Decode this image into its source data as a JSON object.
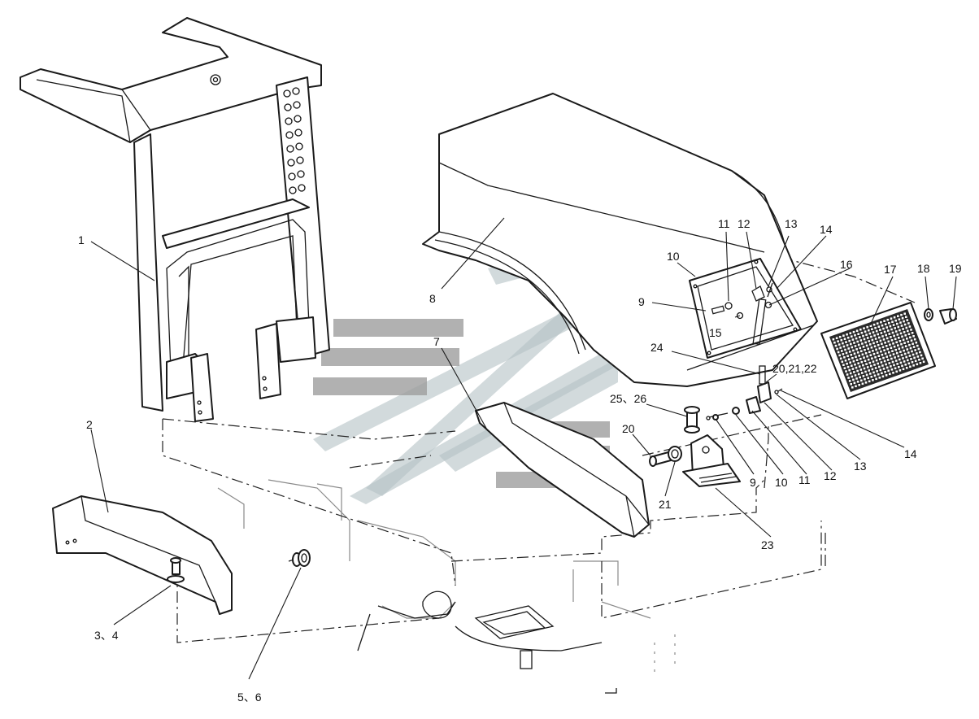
{
  "callouts": [
    {
      "label": "1"
    },
    {
      "label": "2"
    },
    {
      "label": "3、4"
    },
    {
      "label": "5、6"
    },
    {
      "label": "7"
    },
    {
      "label": "8"
    },
    {
      "label": "9"
    },
    {
      "label": "10"
    },
    {
      "label": "11"
    },
    {
      "label": "12"
    },
    {
      "label": "13"
    },
    {
      "label": "14"
    },
    {
      "label": "15"
    },
    {
      "label": "16"
    },
    {
      "label": "17"
    },
    {
      "label": "18"
    },
    {
      "label": "19"
    },
    {
      "label": "24"
    },
    {
      "label": "20,21,22"
    },
    {
      "label": "25、26"
    },
    {
      "label": "20"
    },
    {
      "label": "21"
    },
    {
      "label": "23"
    },
    {
      "label": "9"
    },
    {
      "label": "10"
    },
    {
      "label": "11"
    },
    {
      "label": "12"
    },
    {
      "label": "13"
    },
    {
      "label": "14"
    }
  ],
  "colors": {
    "line": "#1a1a1a",
    "watermark_gray": "#9e9e9e",
    "watermark_tint": "#b4c2c4"
  },
  "icons": [
    "watermark-logo",
    "mesh-grille"
  ]
}
